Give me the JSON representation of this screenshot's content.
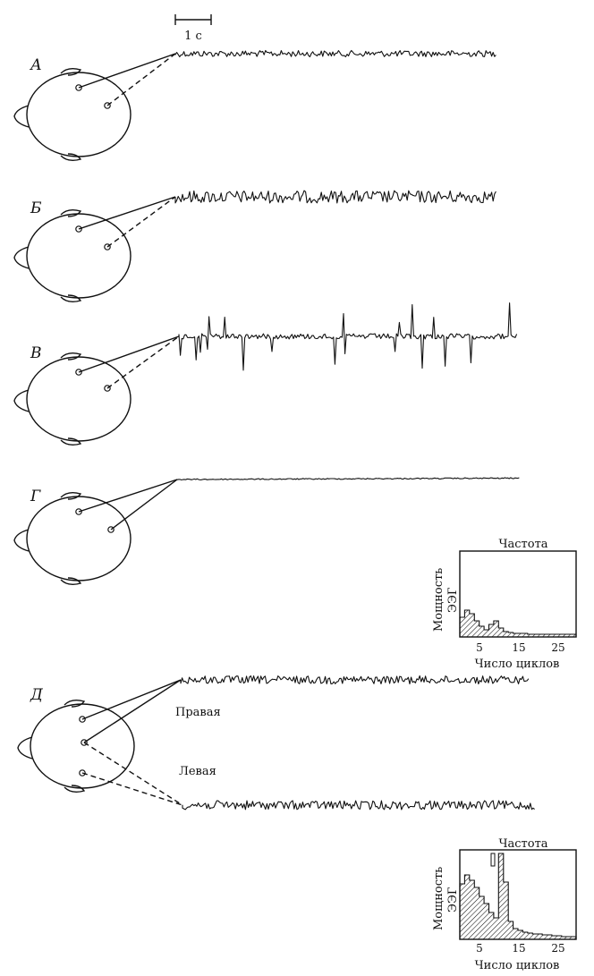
{
  "scale_label": "1 с",
  "panels": [
    {
      "id": "A",
      "label": "А"
    },
    {
      "id": "B",
      "label": "Б"
    },
    {
      "id": "V",
      "label": "В"
    },
    {
      "id": "G",
      "label": "Г"
    },
    {
      "id": "D",
      "label": "Д"
    }
  ],
  "traces": {
    "right": "Правая",
    "left": "Левая"
  },
  "spectra": [
    {
      "title": "Частота",
      "ylabel_line1": "Мощность",
      "ylabel_line2": "ЭЭГ",
      "xlabel": "Число циклов",
      "ticks": [
        "5",
        "15",
        "25"
      ]
    },
    {
      "title": "Частота",
      "ylabel_line1": "Мощность",
      "ylabel_line2": "ЭЭГ",
      "xlabel": "Число циклов",
      "ticks": [
        "5",
        "15",
        "25"
      ]
    }
  ]
}
